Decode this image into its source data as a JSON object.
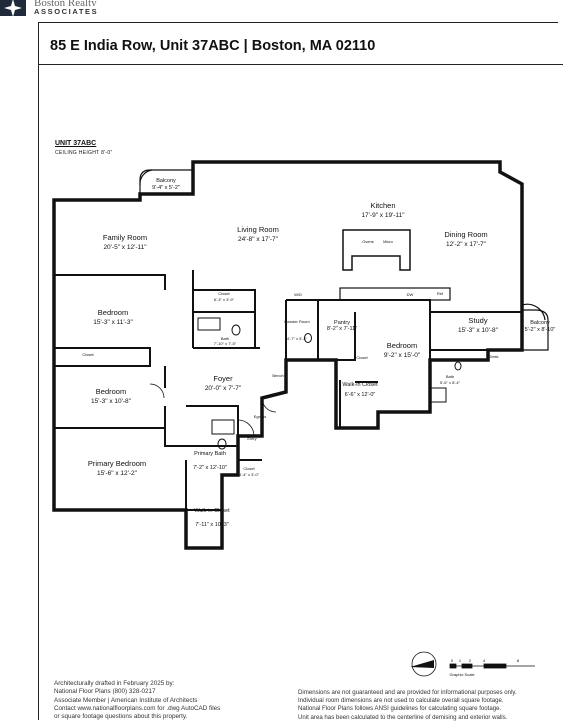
{
  "brand": {
    "name": "Boston Realty",
    "tagline": "ASSOCIATES"
  },
  "header": {
    "address": "85 E India Row, Unit 37ABC | Boston, MA 02110"
  },
  "unit": {
    "title": "UNIT 37ABC",
    "ceiling": "CEILING HEIGHT 8'-0\""
  },
  "rooms": [
    {
      "name": "Balcony",
      "dims": "9'-4\" x 5'-2\""
    },
    {
      "name": "Kitchen",
      "dims": "17'-9\" x 19'-11\""
    },
    {
      "name": "Living Room",
      "dims": "24'-8\" x 17'-7\""
    },
    {
      "name": "Family Room",
      "dims": "20'-5\" x 12'-11\""
    },
    {
      "name": "Dining Room",
      "dims": "12'-2\" x 17'-7\""
    },
    {
      "name": "Closet",
      "dims": "6'-3\" x 3'-9\""
    },
    {
      "name": "Bedroom",
      "dims": "15'-3\" x 11'-3\""
    },
    {
      "name": "Bath",
      "dims": "7'-10\" x 7'-5\""
    },
    {
      "name": "Powder Room",
      "dims": "4'-7\" x 5'-3\""
    },
    {
      "name": "Pantry",
      "dims": "8'-2\" x 7'-11\""
    },
    {
      "name": "Bedroom",
      "dims": "9'-2\" x 15'-0\""
    },
    {
      "name": "Study",
      "dims": "15'-3\" x 10'-8\""
    },
    {
      "name": "Balcony",
      "dims": "5'-2\" x 8'-10\""
    },
    {
      "name": "Bedroom",
      "dims": "15'-3\" x 10'-8\""
    },
    {
      "name": "Foyer",
      "dims": "20'-0\" x 7'-7\""
    },
    {
      "name": "Walk-in Closet",
      "dims": "6'-6\" x 12'-0\""
    },
    {
      "name": "Bath",
      "dims": "5'-6\" x 8'-4\""
    },
    {
      "name": "Primary Bedroom",
      "dims": "15'-6\" x 12'-2\""
    },
    {
      "name": "Primary Bath",
      "dims": "7'-2\" x 12'-10\""
    },
    {
      "name": "Closet",
      "dims": "4'-4\" x 3'-0\""
    },
    {
      "name": "Walk-in Closet",
      "dims": "7'-11\" x 10'-3\""
    }
  ],
  "small_labels": {
    "closet": "Closet",
    "bench": "Bench",
    "egress": "Egress",
    "entry": "Entry",
    "desk": "Desk",
    "ref": "Ref",
    "ovens": "Ovens",
    "micro": "Micro",
    "wd": "W/D",
    "dw": "DW"
  },
  "scale": {
    "label": "Graphic Scale",
    "ticks": [
      "0",
      "1",
      "2",
      "4",
      "8"
    ],
    "north": "North"
  },
  "footer_left": [
    "Architecturally drafted in February 2025 by:",
    "National Floor Plans  (800) 328-0217",
    "Associate Member | American Institute of Architects",
    "Contact www.nationalfloorplans.com for .dwg AutoCAD files",
    "or square footage questions about this property."
  ],
  "footer_right": [
    "Dimensions are not guaranteed and are provided for informational purposes only.",
    "Individual room dimensions are not used to calculate overall square footage.",
    "National Floor Plans follows ANSI guidelines for calculating square footage.",
    "Unit area has been calculated to the centerline of demising and exterior walls."
  ]
}
